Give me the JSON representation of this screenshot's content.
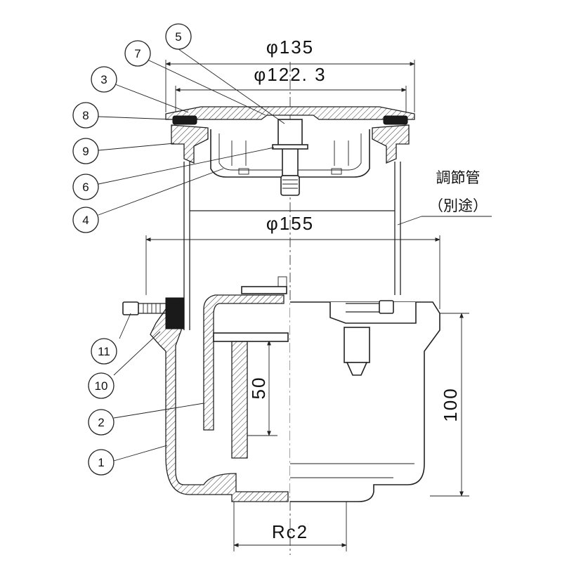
{
  "dimensions": {
    "d135": "φ135",
    "d122": "φ122. 3",
    "d155": "φ155",
    "h50": "50",
    "h100": "100",
    "thread": "Rc2"
  },
  "labels": {
    "pipe_line1": "調節管",
    "pipe_line2": "（別途）"
  },
  "callouts": [
    "1",
    "2",
    "3",
    "4",
    "5",
    "6",
    "7",
    "8",
    "9",
    "10",
    "11"
  ]
}
